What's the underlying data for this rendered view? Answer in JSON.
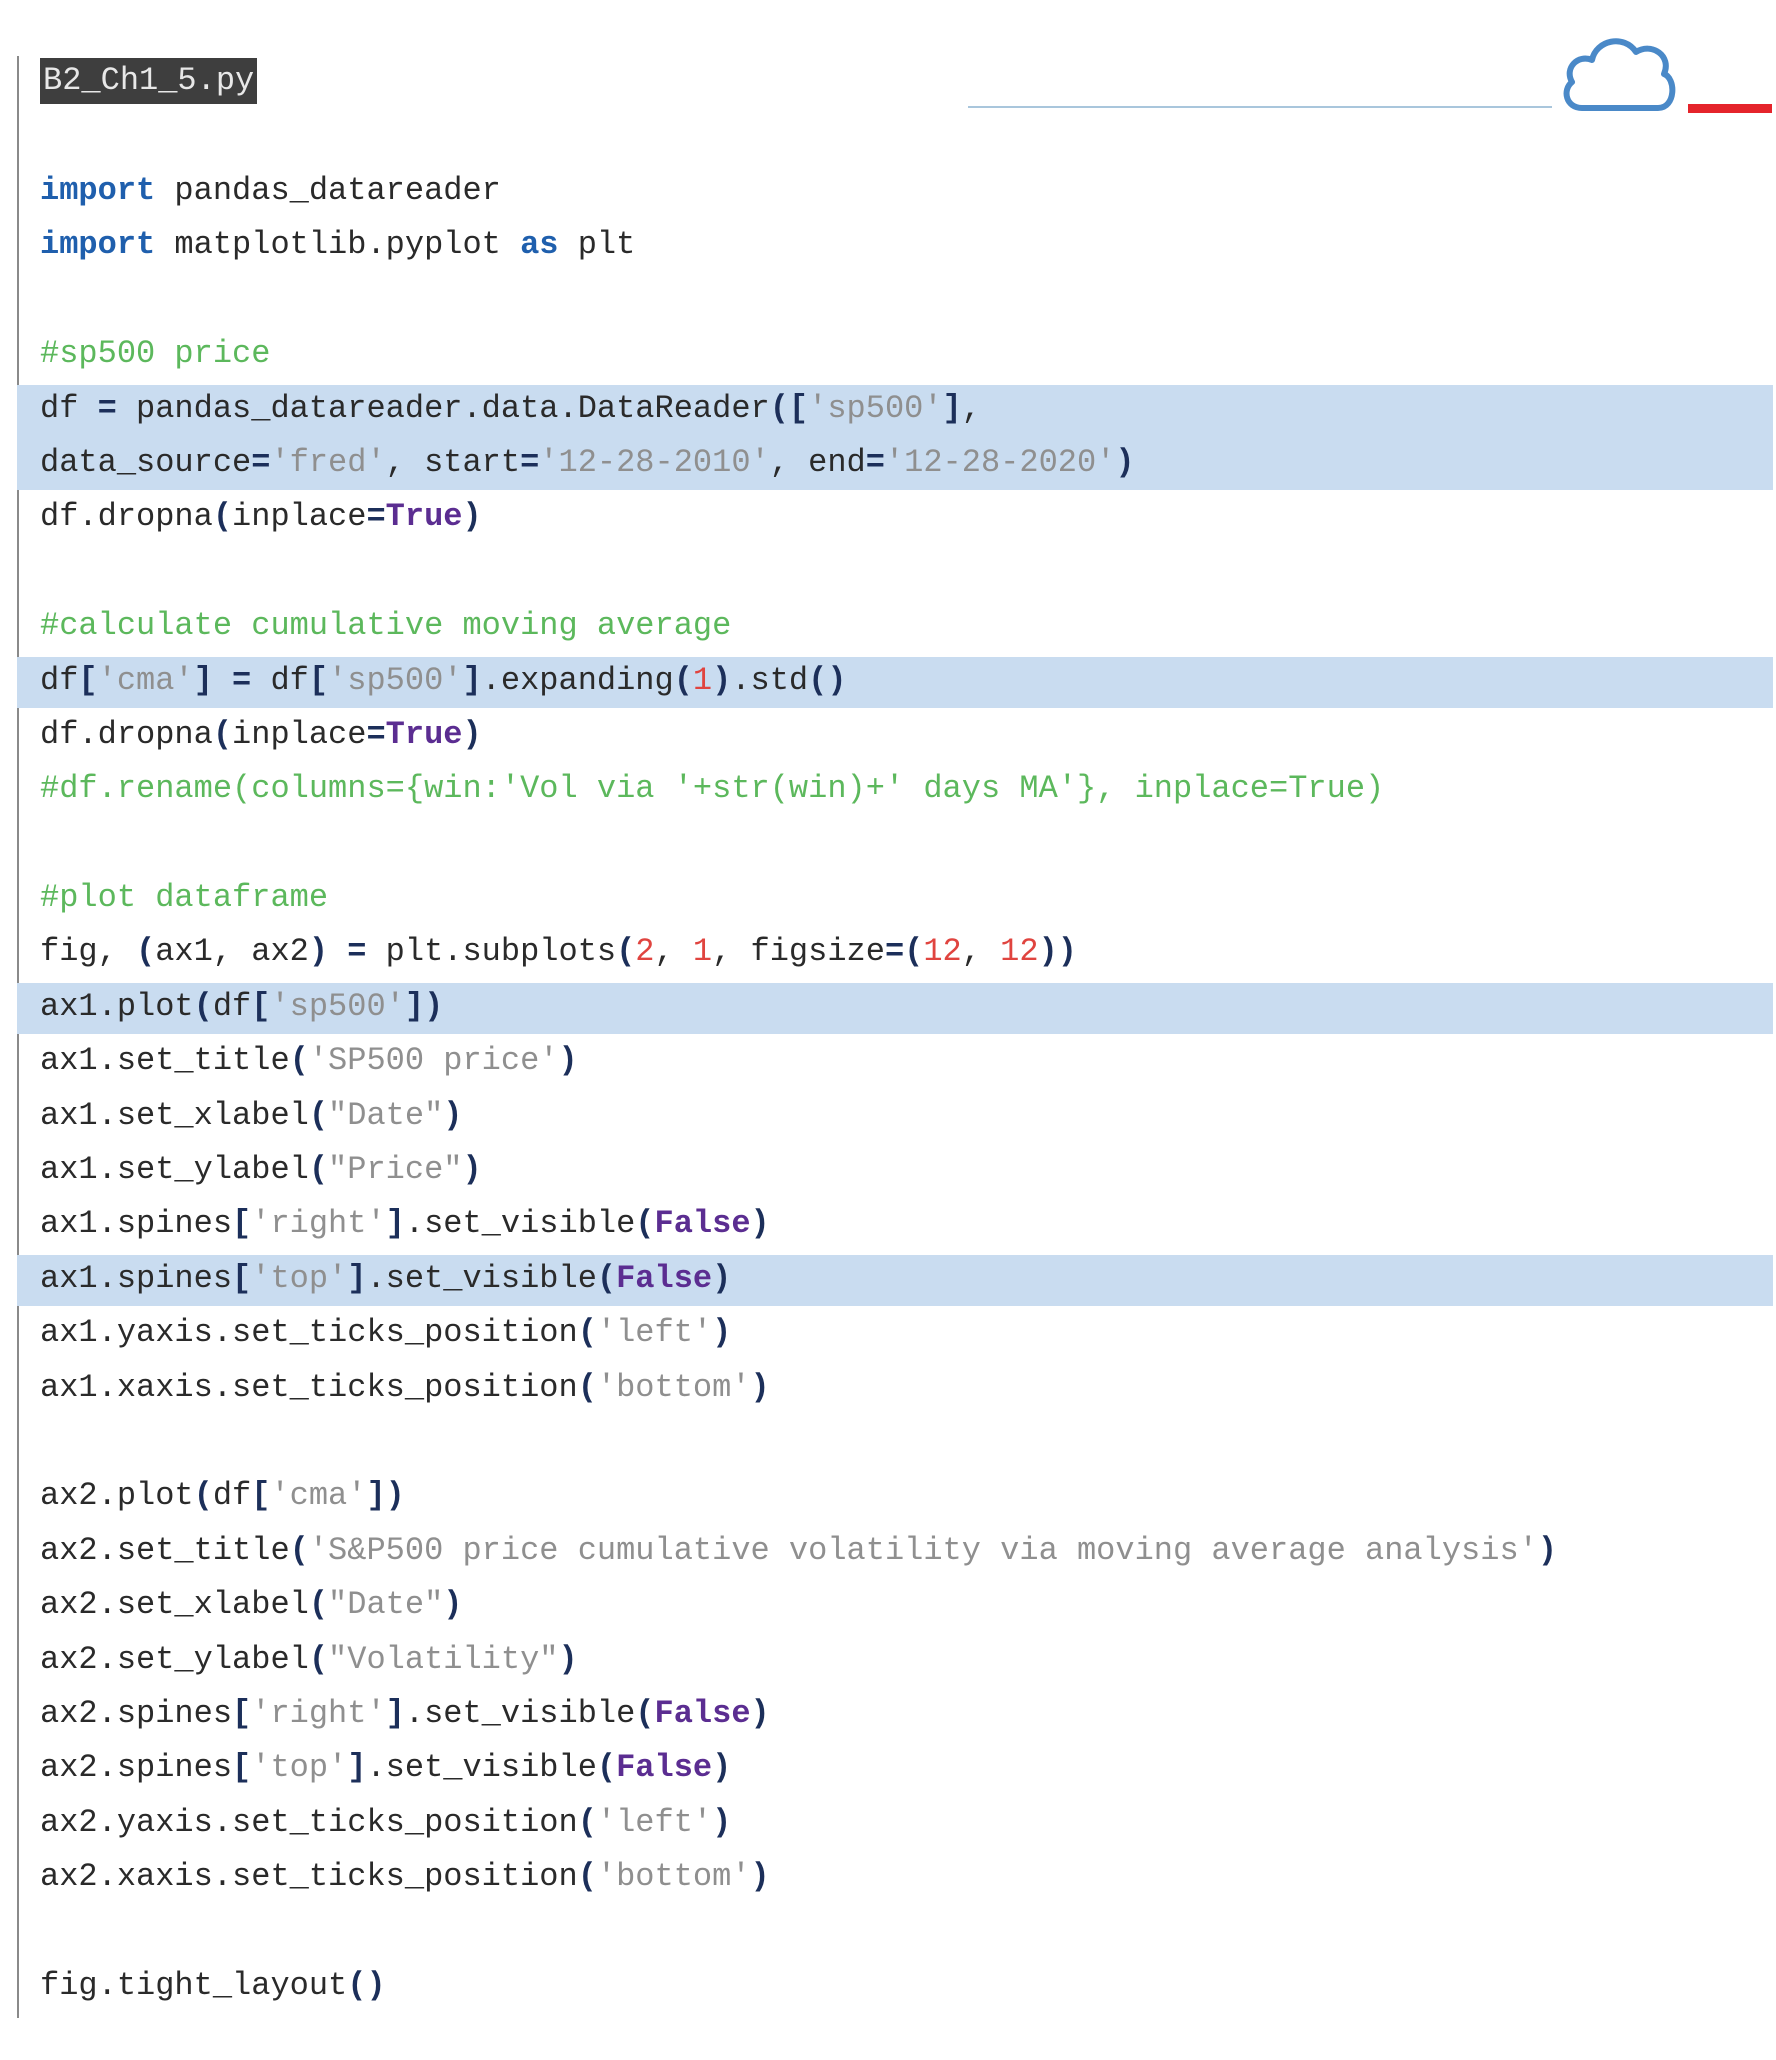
{
  "file_name": "B2_Ch1_5.py",
  "icons": {
    "cloud": "cloud-icon",
    "cloud_color": "#4a89c8",
    "accent_bar_color": "#e5242b"
  },
  "highlight_color": "#c9dcf0",
  "code_lines": [
    [
      [
        "kw",
        "import"
      ],
      [
        "t",
        " pandas_datareader"
      ]
    ],
    [
      [
        "kw",
        "import"
      ],
      [
        "t",
        " matplotlib.pyplot "
      ],
      [
        "kw",
        "as"
      ],
      [
        "t",
        " plt"
      ]
    ],
    [],
    [
      [
        "cm",
        "#sp500 price"
      ]
    ],
    [
      [
        "t",
        "df "
      ],
      [
        "pn",
        "="
      ],
      [
        "t",
        " pandas_datareader.data.DataReader"
      ],
      [
        "pn",
        "(["
      ],
      [
        "str",
        "'sp500'"
      ],
      [
        "pn",
        "]"
      ],
      [
        "t",
        ","
      ]
    ],
    [
      [
        "t",
        "data_source"
      ],
      [
        "pn",
        "="
      ],
      [
        "str",
        "'fred'"
      ],
      [
        "t",
        ", start"
      ],
      [
        "pn",
        "="
      ],
      [
        "str",
        "'12-28-2010'"
      ],
      [
        "t",
        ", end"
      ],
      [
        "pn",
        "="
      ],
      [
        "str",
        "'12-28-2020'"
      ],
      [
        "pn",
        ")"
      ]
    ],
    [
      [
        "t",
        "df.dropna"
      ],
      [
        "pn",
        "("
      ],
      [
        "t",
        "inplace"
      ],
      [
        "pn",
        "="
      ],
      [
        "kwc",
        "True"
      ],
      [
        "pn",
        ")"
      ]
    ],
    [],
    [
      [
        "cm",
        "#calculate cumulative moving average"
      ]
    ],
    [
      [
        "t",
        "df"
      ],
      [
        "pn",
        "["
      ],
      [
        "str",
        "'cma'"
      ],
      [
        "pn",
        "]"
      ],
      [
        "t",
        " "
      ],
      [
        "pn",
        "="
      ],
      [
        "t",
        " df"
      ],
      [
        "pn",
        "["
      ],
      [
        "str",
        "'sp500'"
      ],
      [
        "pn",
        "]"
      ],
      [
        "t",
        ".expanding"
      ],
      [
        "pn",
        "("
      ],
      [
        "num",
        "1"
      ],
      [
        "pn",
        ")"
      ],
      [
        "t",
        ".std"
      ],
      [
        "pn",
        "()"
      ]
    ],
    [
      [
        "t",
        "df.dropna"
      ],
      [
        "pn",
        "("
      ],
      [
        "t",
        "inplace"
      ],
      [
        "pn",
        "="
      ],
      [
        "kwc",
        "True"
      ],
      [
        "pn",
        ")"
      ]
    ],
    [
      [
        "cm",
        "#df.rename(columns={win:'Vol via '+str(win)+' days MA'}, inplace=True)"
      ]
    ],
    [],
    [
      [
        "cm",
        "#plot dataframe"
      ]
    ],
    [
      [
        "t",
        "fig, "
      ],
      [
        "pn",
        "("
      ],
      [
        "t",
        "ax1, ax2"
      ],
      [
        "pn",
        ")"
      ],
      [
        "t",
        " "
      ],
      [
        "pn",
        "="
      ],
      [
        "t",
        " plt.subplots"
      ],
      [
        "pn",
        "("
      ],
      [
        "num",
        "2"
      ],
      [
        "t",
        ", "
      ],
      [
        "num",
        "1"
      ],
      [
        "t",
        ", figsize"
      ],
      [
        "pn",
        "=("
      ],
      [
        "num",
        "12"
      ],
      [
        "t",
        ", "
      ],
      [
        "num",
        "12"
      ],
      [
        "pn",
        "))"
      ]
    ],
    [
      [
        "t",
        "ax1.plot"
      ],
      [
        "pn",
        "("
      ],
      [
        "t",
        "df"
      ],
      [
        "pn",
        "["
      ],
      [
        "str",
        "'sp500'"
      ],
      [
        "pn",
        "])"
      ]
    ],
    [
      [
        "t",
        "ax1.set_title"
      ],
      [
        "pn",
        "("
      ],
      [
        "str",
        "'SP500 price'"
      ],
      [
        "pn",
        ")"
      ]
    ],
    [
      [
        "t",
        "ax1.set_xlabel"
      ],
      [
        "pn",
        "("
      ],
      [
        "str",
        "\"Date\""
      ],
      [
        "pn",
        ")"
      ]
    ],
    [
      [
        "t",
        "ax1.set_ylabel"
      ],
      [
        "pn",
        "("
      ],
      [
        "str",
        "\"Price\""
      ],
      [
        "pn",
        ")"
      ]
    ],
    [
      [
        "t",
        "ax1.spines"
      ],
      [
        "pn",
        "["
      ],
      [
        "str",
        "'right'"
      ],
      [
        "pn",
        "]"
      ],
      [
        "t",
        ".set_visible"
      ],
      [
        "pn",
        "("
      ],
      [
        "kwc",
        "False"
      ],
      [
        "pn",
        ")"
      ]
    ],
    [
      [
        "t",
        "ax1.spines"
      ],
      [
        "pn",
        "["
      ],
      [
        "str",
        "'top'"
      ],
      [
        "pn",
        "]"
      ],
      [
        "t",
        ".set_visible"
      ],
      [
        "pn",
        "("
      ],
      [
        "kwc",
        "False"
      ],
      [
        "pn",
        ")"
      ]
    ],
    [
      [
        "t",
        "ax1.yaxis.set_ticks_position"
      ],
      [
        "pn",
        "("
      ],
      [
        "str",
        "'left'"
      ],
      [
        "pn",
        ")"
      ]
    ],
    [
      [
        "t",
        "ax1.xaxis.set_ticks_position"
      ],
      [
        "pn",
        "("
      ],
      [
        "str",
        "'bottom'"
      ],
      [
        "pn",
        ")"
      ]
    ],
    [],
    [
      [
        "t",
        "ax2.plot"
      ],
      [
        "pn",
        "("
      ],
      [
        "t",
        "df"
      ],
      [
        "pn",
        "["
      ],
      [
        "str",
        "'cma'"
      ],
      [
        "pn",
        "])"
      ]
    ],
    [
      [
        "t",
        "ax2.set_title"
      ],
      [
        "pn",
        "("
      ],
      [
        "str",
        "'S&P500 price cumulative volatility via moving average analysis'"
      ],
      [
        "pn",
        ")"
      ]
    ],
    [
      [
        "t",
        "ax2.set_xlabel"
      ],
      [
        "pn",
        "("
      ],
      [
        "str",
        "\"Date\""
      ],
      [
        "pn",
        ")"
      ]
    ],
    [
      [
        "t",
        "ax2.set_ylabel"
      ],
      [
        "pn",
        "("
      ],
      [
        "str",
        "\"Volatility\""
      ],
      [
        "pn",
        ")"
      ]
    ],
    [
      [
        "t",
        "ax2.spines"
      ],
      [
        "pn",
        "["
      ],
      [
        "str",
        "'right'"
      ],
      [
        "pn",
        "]"
      ],
      [
        "t",
        ".set_visible"
      ],
      [
        "pn",
        "("
      ],
      [
        "kwc",
        "False"
      ],
      [
        "pn",
        ")"
      ]
    ],
    [
      [
        "t",
        "ax2.spines"
      ],
      [
        "pn",
        "["
      ],
      [
        "str",
        "'top'"
      ],
      [
        "pn",
        "]"
      ],
      [
        "t",
        ".set_visible"
      ],
      [
        "pn",
        "("
      ],
      [
        "kwc",
        "False"
      ],
      [
        "pn",
        ")"
      ]
    ],
    [
      [
        "t",
        "ax2.yaxis.set_ticks_position"
      ],
      [
        "pn",
        "("
      ],
      [
        "str",
        "'left'"
      ],
      [
        "pn",
        ")"
      ]
    ],
    [
      [
        "t",
        "ax2.xaxis.set_ticks_position"
      ],
      [
        "pn",
        "("
      ],
      [
        "str",
        "'bottom'"
      ],
      [
        "pn",
        ")"
      ]
    ],
    [],
    [
      [
        "t",
        "fig.tight_layout"
      ],
      [
        "pn",
        "()"
      ]
    ]
  ],
  "highlighted_lines": [
    4,
    5,
    9,
    15,
    20
  ]
}
